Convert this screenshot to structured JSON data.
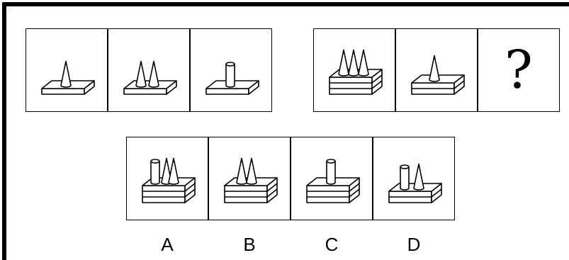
{
  "question_mark": "?",
  "options": [
    {
      "label": "A"
    },
    {
      "label": "B"
    },
    {
      "label": "C"
    },
    {
      "label": "D"
    }
  ]
}
